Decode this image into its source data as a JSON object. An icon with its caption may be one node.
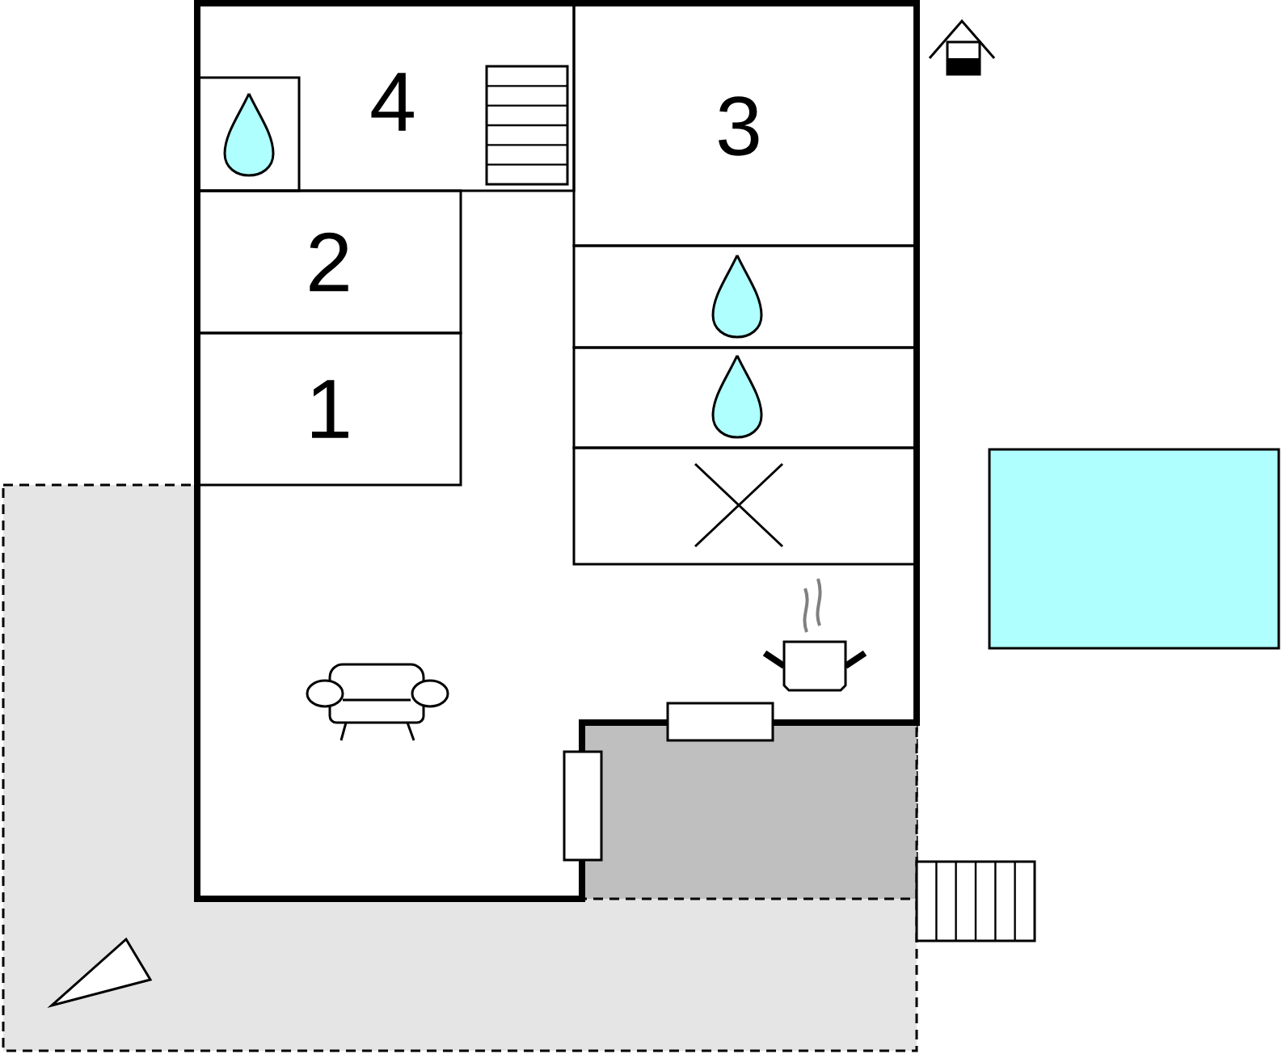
{
  "diagram": {
    "nodes": [
      {
        "text": [
          "4"
        ]
      },
      {
        "text": [],
        "shape": "box",
        "in": 0
      },
      {
        "text": [
          "3"
        ]
      },
      {
        "text": [
          "2"
        ]
      },
      {
        "text": [
          "1"
        ]
      },
      {
        "text": [],
        "shape": "box"
      },
      {
        "text": [],
        "shape": "box"
      },
      {
        "text": [],
        "shape": "box"
      }
    ]
  }
}
